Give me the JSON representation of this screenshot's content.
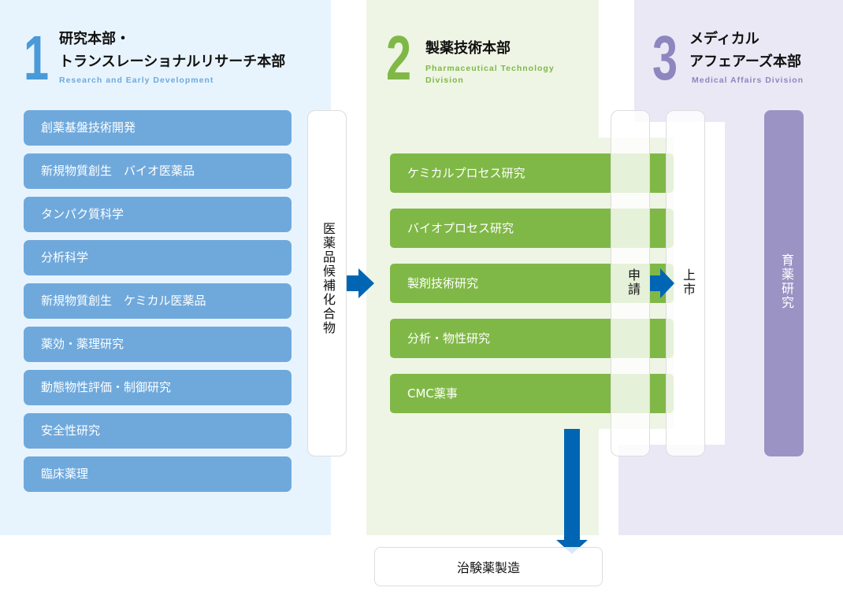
{
  "col1": {
    "number": "1",
    "title_line1": "研究本部・",
    "title_line2": "トランスレーショナルリサーチ本部",
    "subtitle": "Research and Early Development",
    "items": [
      "創薬基盤技術開発",
      "新規物質創生　バイオ医薬品",
      "タンパク質科学",
      "分析科学",
      "新規物質創生　ケミカル医薬品",
      "薬効・薬理研究",
      "動態物性評価・制御研究",
      "安全性研究",
      "臨床薬理"
    ]
  },
  "candidate": "医薬品候補化合物",
  "col2": {
    "number": "2",
    "title": "製薬技術本部",
    "subtitle_line1": "Pharmaceutical Technology",
    "subtitle_line2": "Division",
    "items": [
      "ケミカルプロセス研究",
      "バイオプロセス研究",
      "製剤技術研究",
      "分析・物性研究",
      "CMC薬事"
    ]
  },
  "application": "申請",
  "launch": "上市",
  "col3": {
    "number": "3",
    "title_line1": "メディカル",
    "title_line2": "アフェアーズ本部",
    "subtitle": "Medical Affairs Division",
    "item": "育薬研究"
  },
  "manufacturing": "治験薬製造",
  "colors": {
    "blue": "#6fa9dc",
    "green": "#80b847",
    "purple": "#9b93c3",
    "arrow": "#0066b3"
  }
}
